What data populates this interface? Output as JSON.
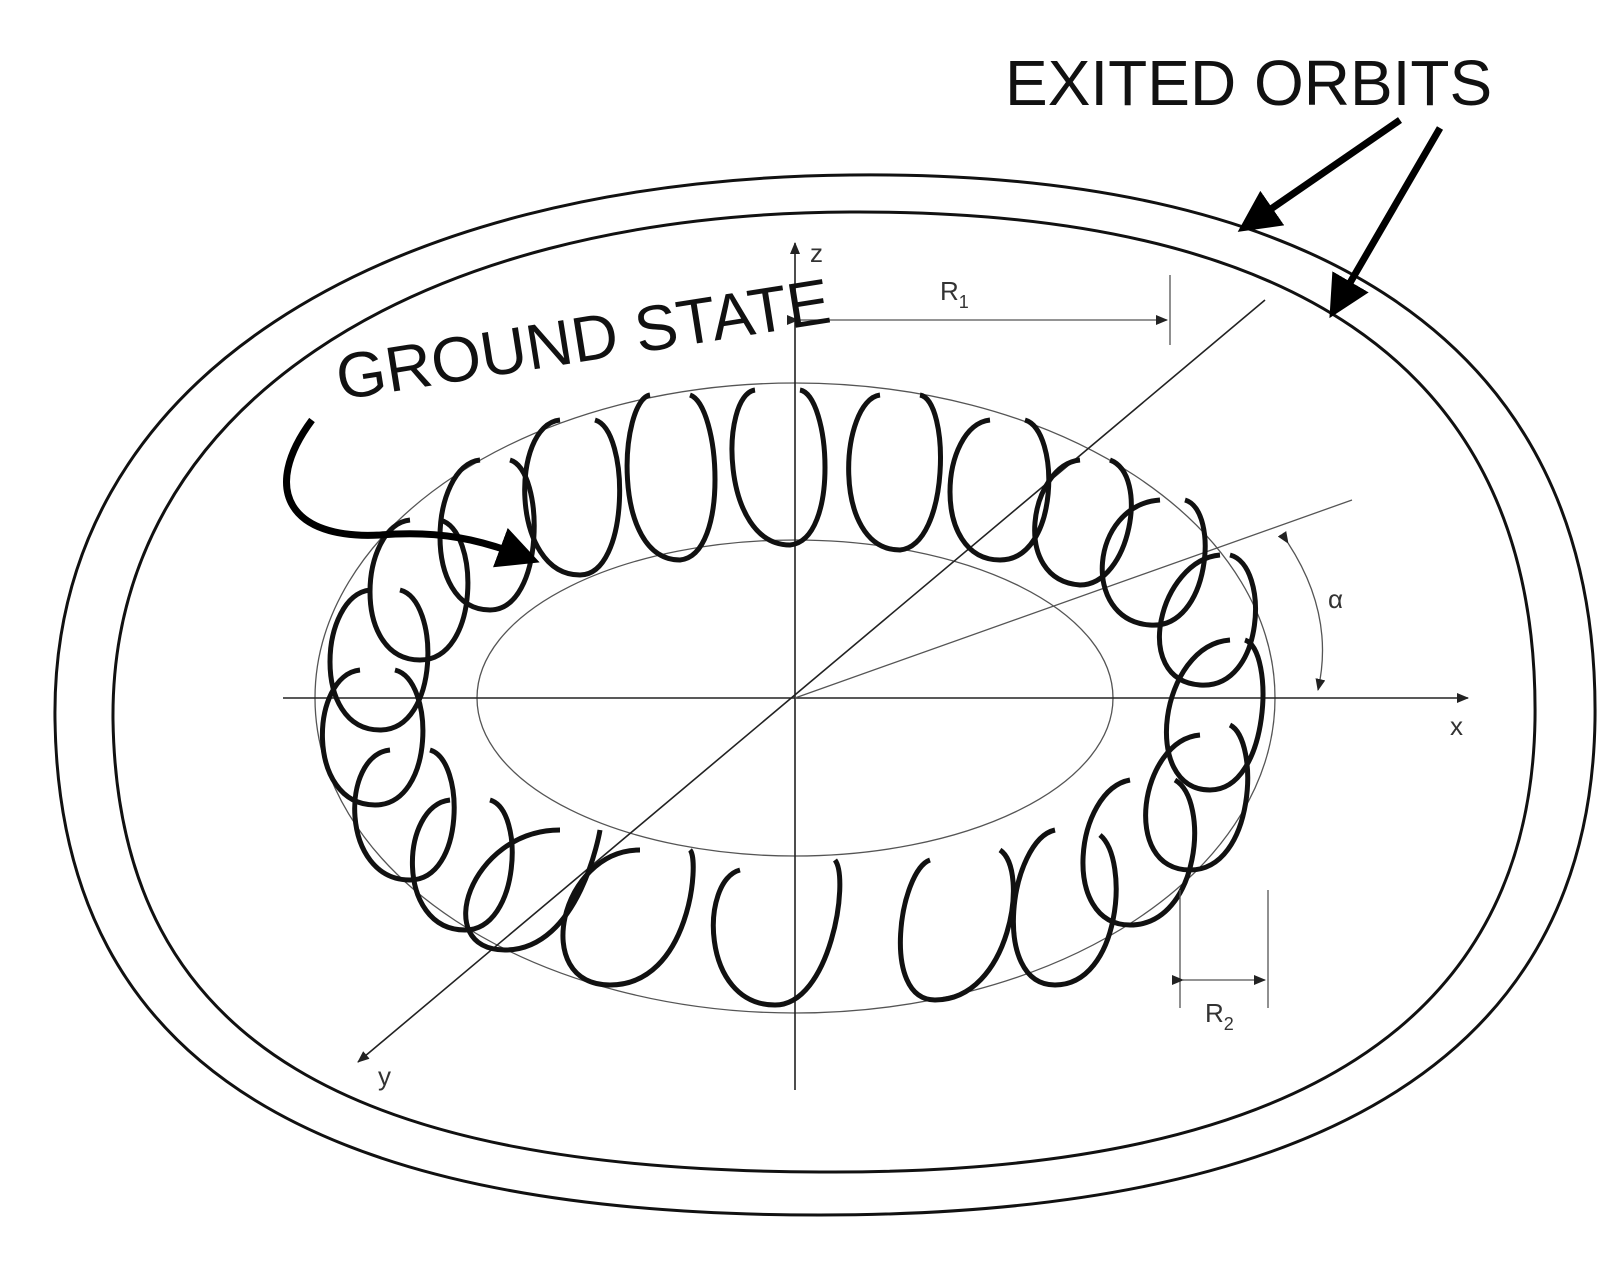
{
  "labels": {
    "excited_orbits": "EXITED ORBITS",
    "ground_state": "GROUND STATE",
    "axis_x": "x",
    "axis_y": "y",
    "axis_z": "z",
    "radius_major": "R",
    "radius_major_sub": "1",
    "radius_minor": "R",
    "radius_minor_sub": "2",
    "angle": "α"
  },
  "colors": {
    "ink": "#111111",
    "background": "#ffffff"
  }
}
